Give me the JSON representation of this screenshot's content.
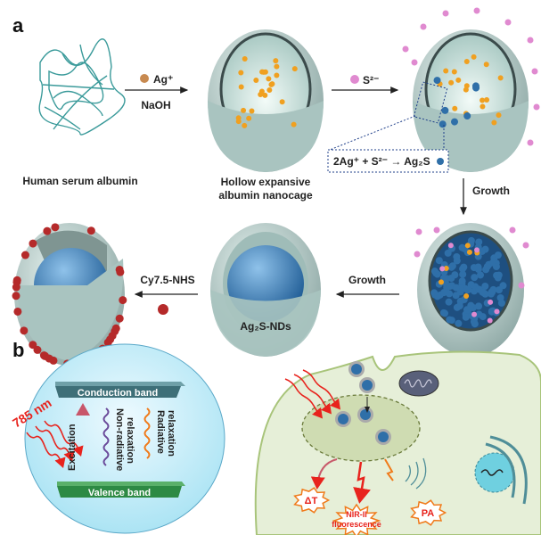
{
  "panel_a": {
    "label": "a",
    "protein_label": "Human serum albumin",
    "step1_reagent": "Ag⁺",
    "step1_condition": "NaOH",
    "nanocage_label_line1": "Hollow expansive",
    "nanocage_label_line2": "albumin nanocage",
    "step2_reagent": "S²⁻",
    "reaction": "2Ag⁺ + S²⁻ → Ag₂S",
    "growth_down": "Growth",
    "growth_left": "Growth",
    "nd_label": "Ag₂S-NDs",
    "step_final_reagent": "Cy7.5-NHS"
  },
  "panel_b": {
    "label": "b",
    "conduction_band": "Conduction band",
    "valence_band": "Valence band",
    "wavelength": "785 nm",
    "excitation": "Excitation",
    "nonradiative_line1": "Non-radiative",
    "nonradiative_line2": "relaxation",
    "radiative_line1": "Radiative",
    "radiative_line2": "relaxation",
    "delta_t": "ΔT",
    "nir_line1": "NIR-II",
    "nir_line2": "fluorescence",
    "pa": "PA"
  },
  "colors": {
    "shell": "#b9d3cf",
    "core": "#2f6fa8",
    "silver": "#f0a020",
    "sulfide": "#e08ad0",
    "dye": "#b52a2a",
    "laser": "#e8231d"
  }
}
